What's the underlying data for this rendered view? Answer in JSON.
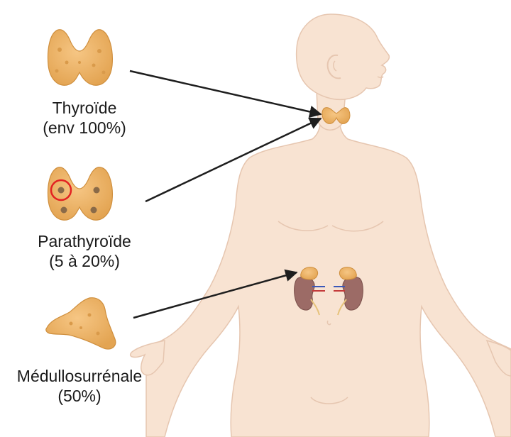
{
  "labels": {
    "thyroid": {
      "name": "Thyroïde",
      "detail": "(env 100%)"
    },
    "parathyroid": {
      "name": "Parathyroïde",
      "detail": "(5 à 20%)"
    },
    "medulla": {
      "name": "Médullosurrénale",
      "detail": "(50%)"
    }
  },
  "colors": {
    "skin": "#f8e3d2",
    "skin_outline": "#e6c6b0",
    "gland": "#eeb466",
    "gland_shade": "#cf8f3e",
    "kidney": "#9c6b66",
    "arrow": "#1e1e1e",
    "highlight_circle": "#e32222"
  },
  "icons": [
    "thyroid-gland-icon",
    "parathyroid-gland-icon",
    "adrenal-medulla-icon",
    "human-body-figure"
  ]
}
